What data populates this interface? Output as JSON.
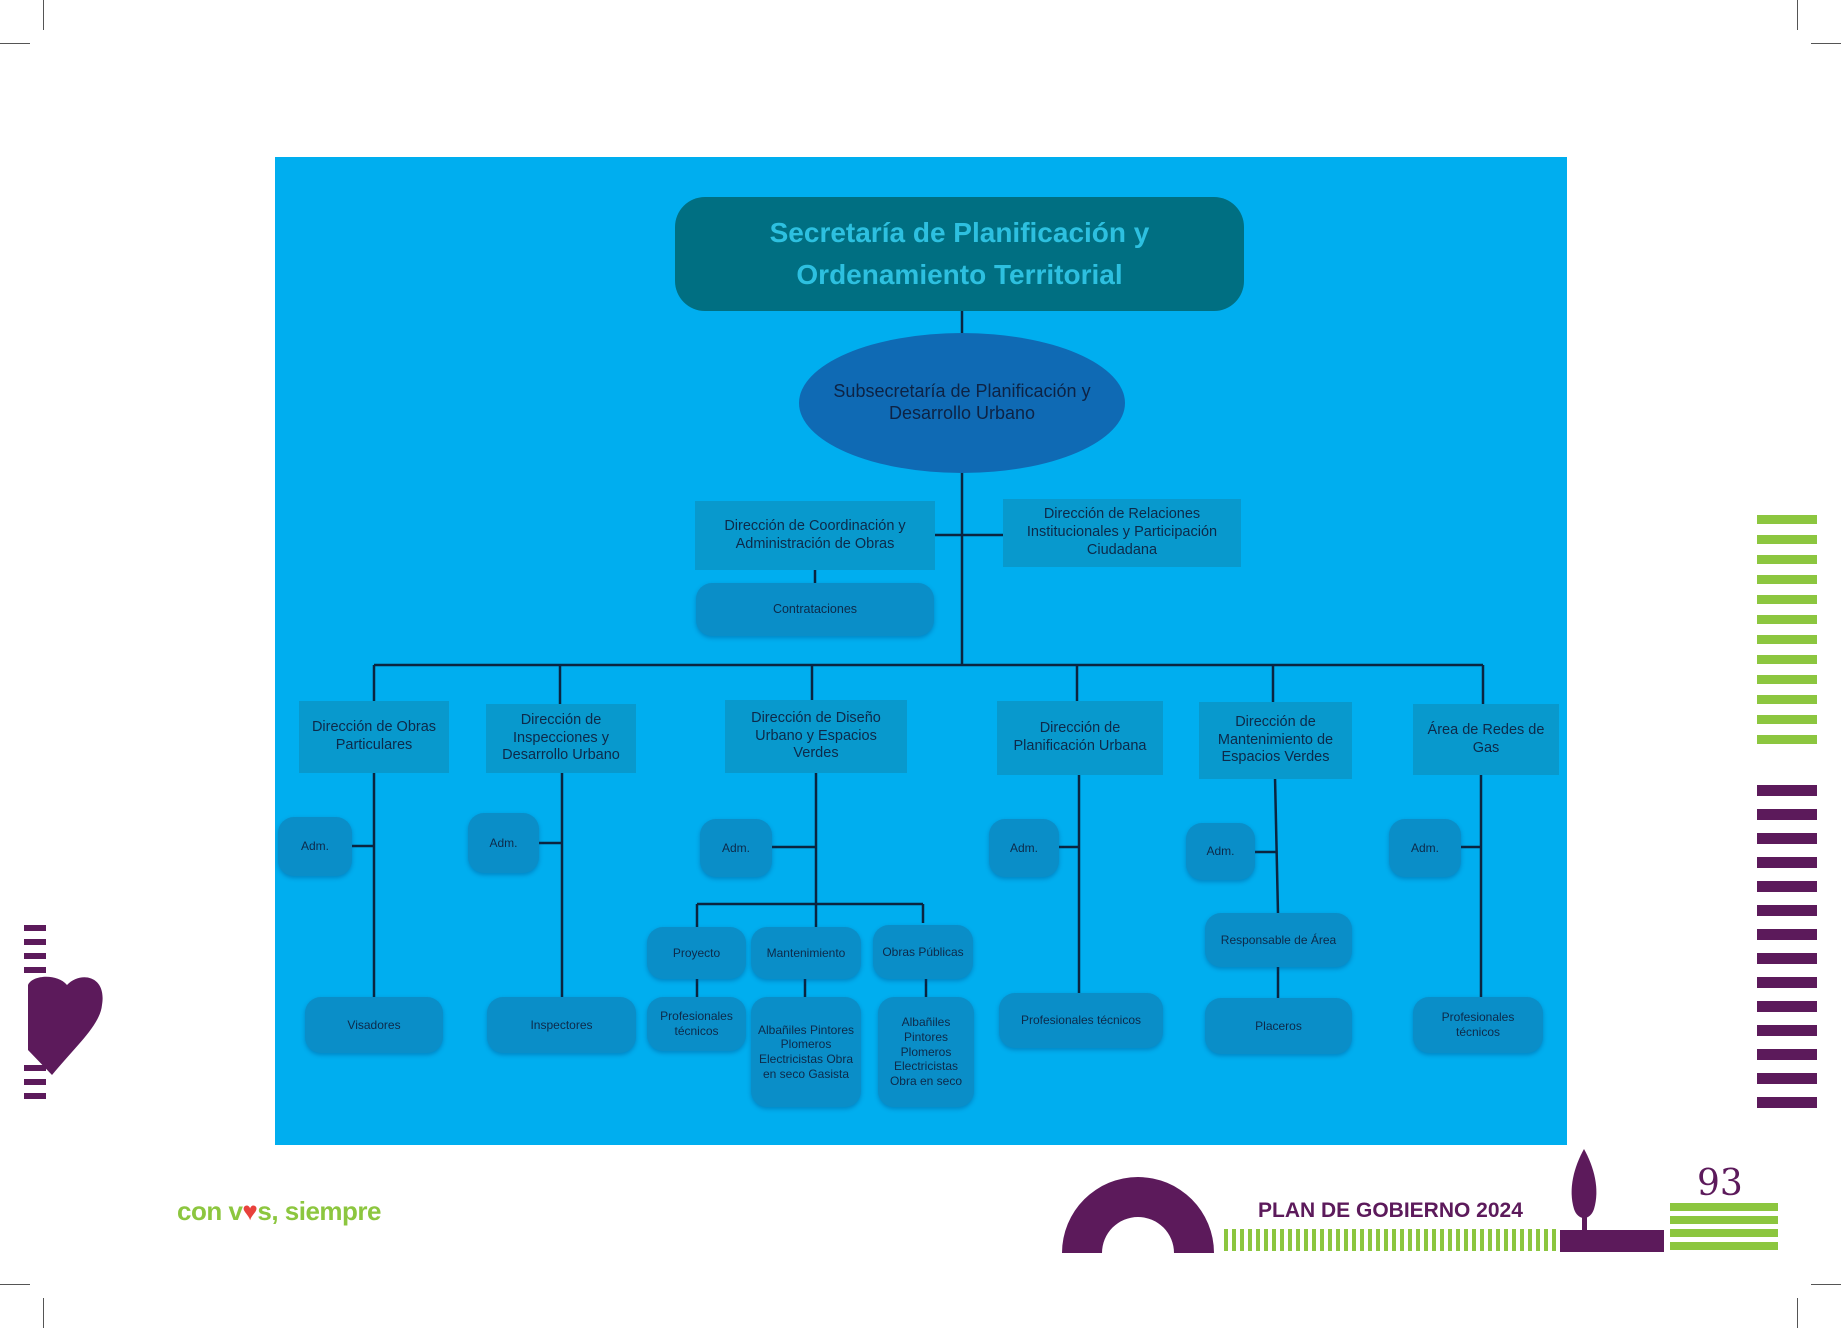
{
  "diagram": {
    "title": "Secretaría de Planificación y Ordenamiento Territorial",
    "subsecretaria": "Subsecretaría de Planificación y Desarrollo Urbano",
    "coordinacion": "Dirección de Coordinación y Administración de Obras",
    "contrataciones": "Contrataciones",
    "relaciones": "Dirección de Relaciones Institucionales y Participación Ciudadana",
    "branches": [
      {
        "name": "Dirección de Obras Particulares",
        "adm": "Adm.",
        "leaf": "Visadores"
      },
      {
        "name": "Dirección de Inspecciones y Desarrollo Urbano",
        "adm": "Adm.",
        "leaf": "Inspectores"
      },
      {
        "name": "Dirección de Diseño Urbano y Espacios Verdes",
        "adm": "Adm."
      },
      {
        "name": "Dirección de Planificación Urbana",
        "adm": "Adm.",
        "leaf": "Profesionales técnicos"
      },
      {
        "name": "Dirección de Mantenimiento de Espacios Verdes",
        "adm": "Adm.",
        "mid": "Responsable de Área",
        "leaf": "Placeros"
      },
      {
        "name": "Área de Redes de Gas",
        "adm": "Adm.",
        "leaf": "Profesionales técnicos"
      }
    ],
    "diseno_sub": [
      {
        "name": "Proyecto",
        "leaf": "Profesionales técnicos"
      },
      {
        "name": "Mantenimiento",
        "leaf": "Albañiles Pintores Plomeros Electricistas Obra en seco Gasista"
      },
      {
        "name": "Obras Públicas",
        "leaf": "Albañiles Pintores Plomeros Electricistas Obra en seco"
      }
    ]
  },
  "footer": {
    "slogan_pre": "con v",
    "slogan_heart": "♥",
    "slogan_post": "s, siempre",
    "plan": "PLAN DE GOBIERNO 2024",
    "page": "93"
  },
  "colors": {
    "panel": "#00aeef",
    "title_box": "#006f82",
    "ellipse": "#0f6ab4",
    "purple": "#5c1a5b",
    "green": "#8cc63f"
  }
}
